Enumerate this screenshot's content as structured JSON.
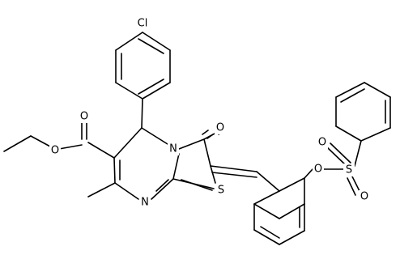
{
  "molecule": {
    "atom_labels": {
      "chlorine": "Cl",
      "ester_carbonyl_oxygen": "O",
      "ester_ether_oxygen": "O",
      "ring_nitrogen": "N",
      "imine_nitrogen": "N",
      "ketone_oxygen": "O",
      "sulfur_thiazole": "S",
      "aryl_ether_oxygen": "O",
      "sulfonyl_sulfur": "S",
      "sulfonyl_oxygen_left": "O",
      "sulfonyl_oxygen_bottom": "O"
    },
    "colors": {
      "bond": "#000000",
      "label": "#000000",
      "background": "#ffffff"
    }
  }
}
